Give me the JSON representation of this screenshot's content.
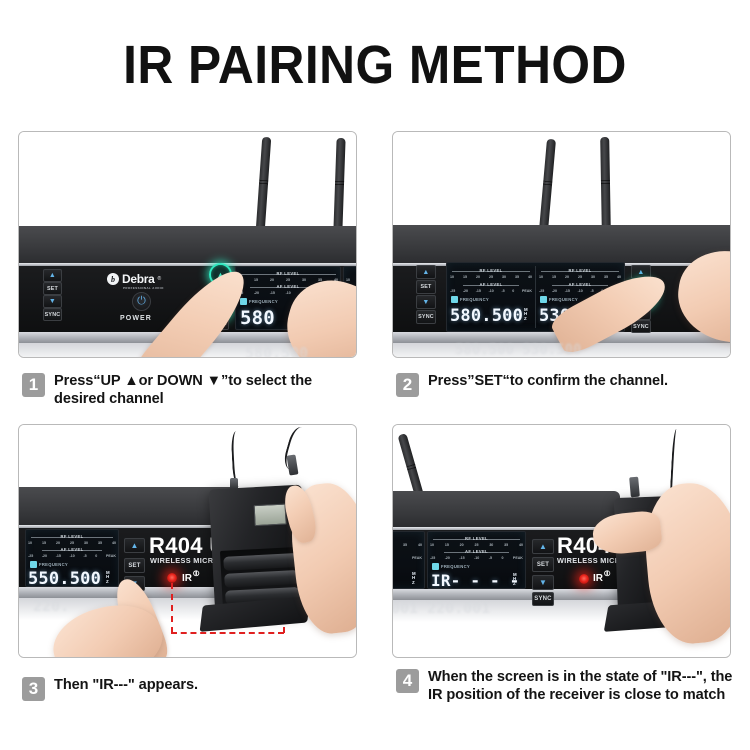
{
  "title": "IR PAIRING METHOD",
  "steps": [
    {
      "number": "1",
      "text": "Press“UP ▲or DOWN ▼”to select the desired channel"
    },
    {
      "number": "2",
      "text": "Press”SET“to confirm the channel."
    },
    {
      "number": "3",
      "text": "Then \"IR---\" appears."
    },
    {
      "number": "4",
      "text": "When the screen is in the state of \"IR---\", the IR position of the receiver is close to match"
    }
  ],
  "brand": {
    "name": "Debra",
    "registered": "®",
    "subtitle": "PROFESSIONAL AUDIO"
  },
  "receiver": {
    "model": "R404  UHF",
    "model_partial": "R404  U",
    "model_subtitle": "WIRELESS MICROPHONE",
    "power_label": "POWER",
    "power_glyph": "⏻",
    "ir_label": "IR",
    "ir_wave": "⦷"
  },
  "buttons": {
    "up": "▲",
    "down": "▼",
    "set": "SET",
    "sync": "SYNC"
  },
  "display": {
    "rf_label": "RF LEVEL",
    "af_label": "AF LEVEL",
    "rf_ticks": [
      "10",
      "15",
      "20",
      "25",
      "30",
      "35",
      "40"
    ],
    "af_ticks": [
      "-25",
      "-20",
      "-15",
      "-10",
      "-5",
      "0",
      "PEAK"
    ],
    "frequency_label": "FREQUENCY",
    "unit_m": "M",
    "unit_h": "H",
    "unit_z": "Z"
  },
  "panels": [
    {
      "id": "panel-1",
      "name": "press-up-or-down",
      "freq_a": "580.",
      "freq_a_partial": "580",
      "highlight": "arrows"
    },
    {
      "id": "panel-2",
      "name": "press-set",
      "freq_a": "580.500",
      "freq_b": "530.500",
      "highlight": "set"
    },
    {
      "id": "panel-3",
      "name": "ir-appears",
      "freq_a": "550.500",
      "ir_state": "",
      "highlight": "ir-led"
    },
    {
      "id": "panel-4",
      "name": "ir-align",
      "ir_state": "IR- - - - -",
      "highlight": "ir-led"
    }
  ],
  "blurred_reflections": {
    "p1": "580.500",
    "p2": "580.500  530.500",
    "p3": "220.",
    "p4": "001   220.001"
  },
  "colors": {
    "accent_teal": "#2fe8bf",
    "led_red": "#e8231b",
    "badge_gray": "#9c9c9c",
    "lcd_blue": "#6fd7e8",
    "border_gray": "#b9b9b9",
    "text_black": "#141414"
  }
}
